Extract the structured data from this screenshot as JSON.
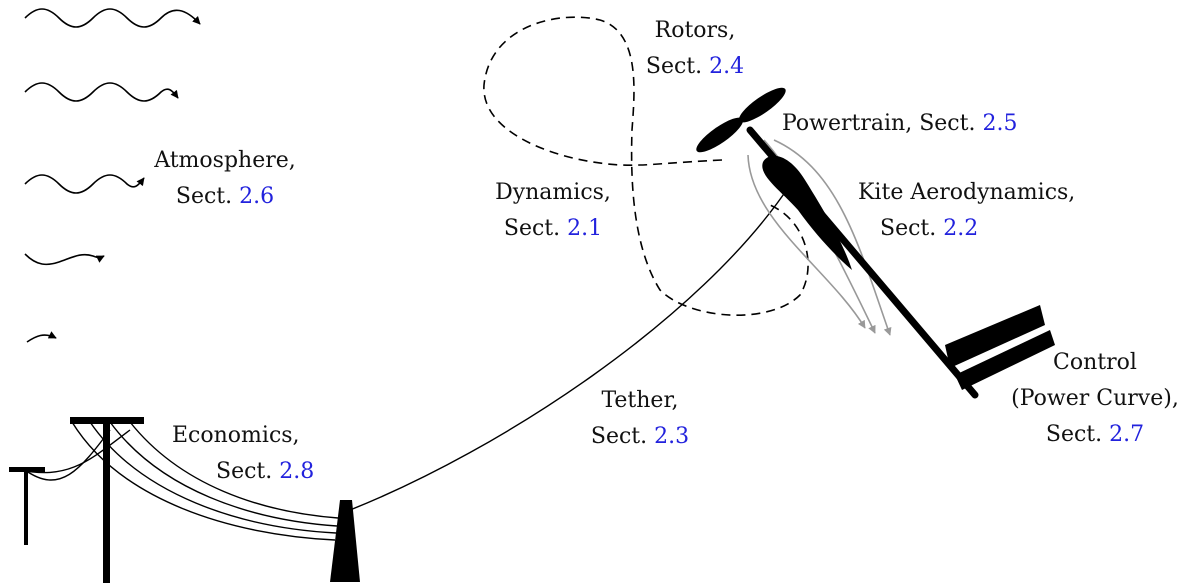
{
  "colors": {
    "ink": "#000000",
    "ref": "#2222dd",
    "arrow_gray": "#999999"
  },
  "labels": {
    "rotors": {
      "name": "Rotors,",
      "prefix": "Sect.",
      "ref": "2.4"
    },
    "powertrain": {
      "name": "Powertrain,",
      "prefix": "Sect.",
      "ref": "2.5"
    },
    "atmosphere": {
      "name": "Atmosphere,",
      "prefix": "Sect.",
      "ref": "2.6"
    },
    "dynamics": {
      "name": "Dynamics,",
      "prefix": "Sect.",
      "ref": "2.1"
    },
    "kite_aero": {
      "name": "Kite Aerodynamics,",
      "prefix": "Sect.",
      "ref": "2.2"
    },
    "control": {
      "name": "Control",
      "name2": "(Power Curve),",
      "prefix": "Sect.",
      "ref": "2.7"
    },
    "tether": {
      "name": "Tether,",
      "prefix": "Sect.",
      "ref": "2.3"
    },
    "economics": {
      "name": "Economics,",
      "prefix": "Sect.",
      "ref": "2.8"
    }
  },
  "icons": {
    "wind": "wind-wave-icon",
    "power_pole": "power-pole-icon",
    "ground_station": "ground-station-icon",
    "kite": "kite-wing-icon",
    "rotor": "rotor-propeller-icon",
    "tail": "tail-stabilizer-icon"
  }
}
